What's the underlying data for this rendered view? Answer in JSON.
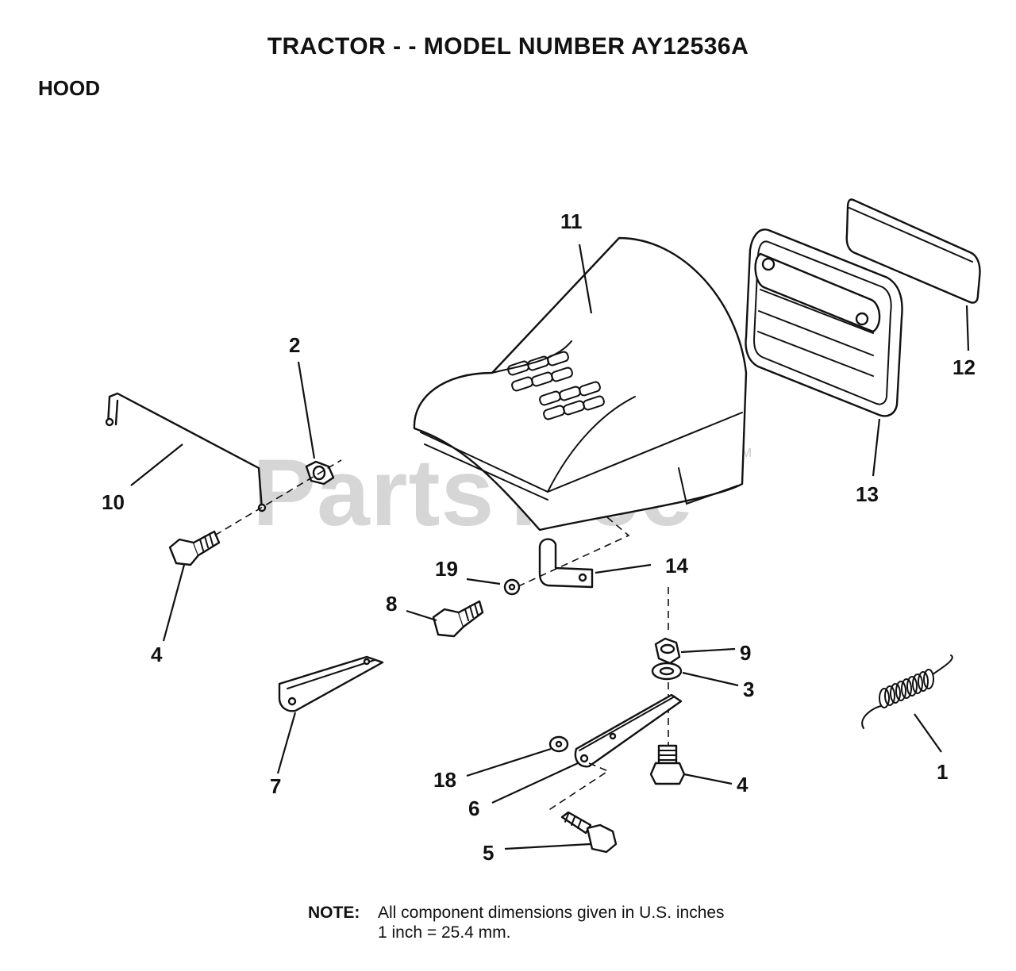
{
  "title": "TRACTOR - - MODEL NUMBER AY12536A",
  "section": "HOOD",
  "watermark": "PartsTree",
  "watermark_tm": "TM",
  "note": {
    "label": "NOTE:",
    "line1": "All component dimensions given in U.S. inches",
    "line2": "1 inch = 25.4 mm."
  },
  "callouts": {
    "p1": "1",
    "p2": "2",
    "p3": "3",
    "p4a": "4",
    "p4b": "4",
    "p5": "5",
    "p6": "6",
    "p7": "7",
    "p8": "8",
    "p9": "9",
    "p10": "10",
    "p11": "11",
    "p12": "12",
    "p13": "13",
    "p14": "14",
    "p18": "18",
    "p19": "19"
  }
}
